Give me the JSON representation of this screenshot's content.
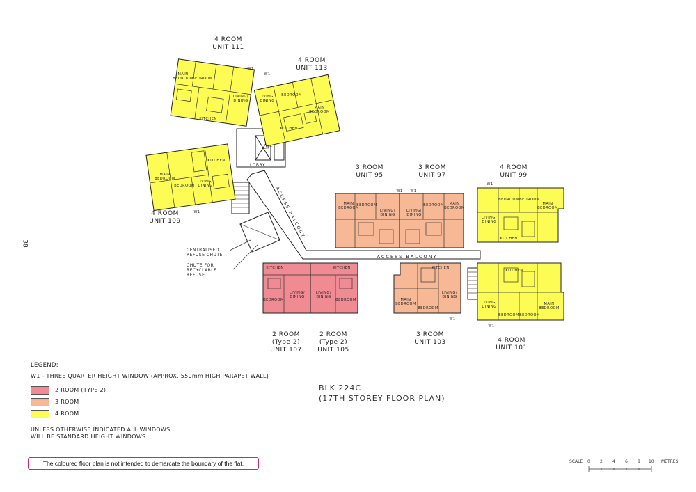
{
  "page_number": "38",
  "block": {
    "title": "BLK 224C",
    "subtitle": "(17TH STOREY FLOOR PLAN)"
  },
  "colors": {
    "two_room": "#f08a93",
    "three_room": "#f7b896",
    "four_room": "#fcfc55"
  },
  "units": {
    "u111": {
      "type": "4 ROOM",
      "unit": "UNIT 111"
    },
    "u113": {
      "type": "4 ROOM",
      "unit": "UNIT 113"
    },
    "u109": {
      "type": "4 ROOM",
      "unit": "UNIT 109"
    },
    "u95": {
      "type": "3 ROOM",
      "unit": "UNIT 95"
    },
    "u97": {
      "type": "3 ROOM",
      "unit": "UNIT 97"
    },
    "u99": {
      "type": "4 ROOM",
      "unit": "UNIT 99"
    },
    "u107": {
      "type": "2 ROOM",
      "subtype": "(Type 2)",
      "unit": "UNIT 107"
    },
    "u105": {
      "type": "2 ROOM",
      "subtype": "(Type 2)",
      "unit": "UNIT 105"
    },
    "u103": {
      "type": "3 ROOM",
      "unit": "UNIT 103"
    },
    "u101": {
      "type": "4 ROOM",
      "unit": "UNIT 101"
    }
  },
  "plan_labels": {
    "access_balcony": "ACCESS BALCONY",
    "lobby": "LOBBY",
    "lift": "LIFT",
    "refuse_chute": "CENTRALISED REFUSE CHUTE",
    "recyclable_chute": "CHUTE FOR RECYCLABLE REFUSE",
    "w1": "W1",
    "bedroom": "BEDROOM",
    "main_bedroom": "MAIN BEDROOM",
    "living_dining": "LIVING/ DINING",
    "kitchen": "KITCHEN"
  },
  "legend": {
    "title": "LEGEND:",
    "w1_note": "W1 - THREE QUARTER HEIGHT WINDOW (APPROX. 550mm HIGH PARAPET WALL)",
    "items": [
      {
        "label": "2 ROOM (TYPE 2)"
      },
      {
        "label": "3 ROOM"
      },
      {
        "label": "4 ROOM"
      }
    ],
    "standard_note_1": "UNLESS OTHERWISE INDICATED ALL WINDOWS",
    "standard_note_2": "WILL BE STANDARD HEIGHT WINDOWS"
  },
  "disclaimer": "The coloured floor plan is not intended to demarcate the boundary of the flat.",
  "scale": {
    "label": "SCALE",
    "ticks": [
      "0",
      "2",
      "4",
      "6",
      "8",
      "10"
    ],
    "unit": "METRES"
  }
}
